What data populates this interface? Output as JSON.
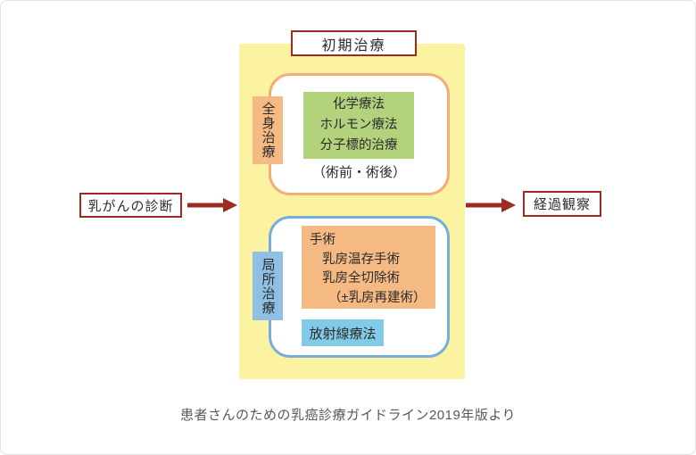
{
  "flow": {
    "title": "初期治療",
    "start_label": "乳がんの診断",
    "end_label": "経過観察",
    "arrow_icon": "arrow-right-icon"
  },
  "systemic": {
    "tab_label": "全身治療",
    "therapies": [
      "化学療法",
      "ホルモン療法",
      "分子標的治療"
    ],
    "timing_note": "（術前・術後）"
  },
  "local": {
    "tab_label": "局所治療",
    "surgery_lines": [
      "手術",
      "乳房温存手術",
      "乳房全切除術",
      "（±乳房再建術）"
    ],
    "radiation_label": "放射線療法"
  },
  "page": {
    "caption": "患者さんのための乳癌診療ガイドライン2019年版より"
  },
  "colors": {
    "accent_dark_red": "#9c2b23",
    "panel_yellow": "#fbf2a2",
    "systemic_orange_fill": "#f5b983",
    "systemic_orange_border": "#f2ae79",
    "therapy_green": "#b3d27c",
    "local_blue_border": "#74aedc",
    "local_tab_blue": "#8fc0e4",
    "radiation_blue": "#82cbe6",
    "caption_gray": "#595959"
  }
}
